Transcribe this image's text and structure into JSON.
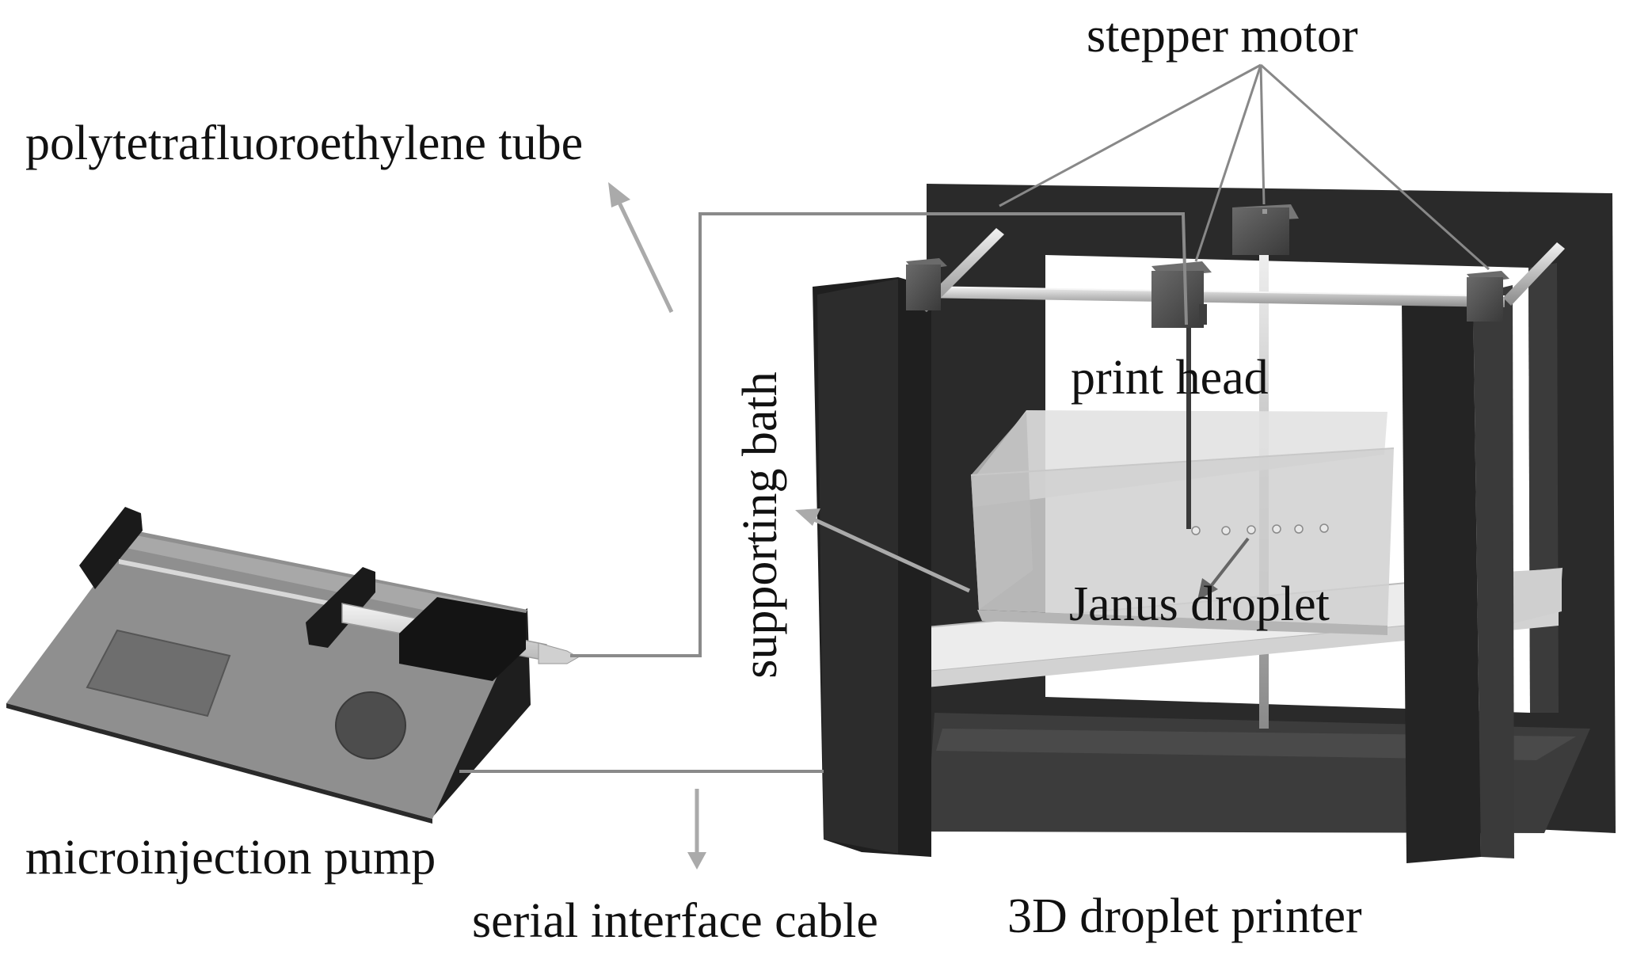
{
  "labels": {
    "stepper_motor": "stepper motor",
    "ptfe_tube": "polytetrafluoroethylene tube",
    "print_head": "print head",
    "janus_droplet": "Janus droplet",
    "supporting_bath": "supporting bath",
    "microinjection_pump": "microinjection pump",
    "serial_cable": "serial interface cable",
    "printer": "3D droplet printer"
  },
  "colors": {
    "frame": "#2b2b2b",
    "pump_body": "#8e8e8e",
    "pump_dark": "#1f1f1f",
    "lead_line": "#888888",
    "arrow": "#aaaaaa",
    "bath": "#d9d9d9",
    "platform": "#eeeeee",
    "rail": "#cfcfcf",
    "motor": "#555555"
  }
}
